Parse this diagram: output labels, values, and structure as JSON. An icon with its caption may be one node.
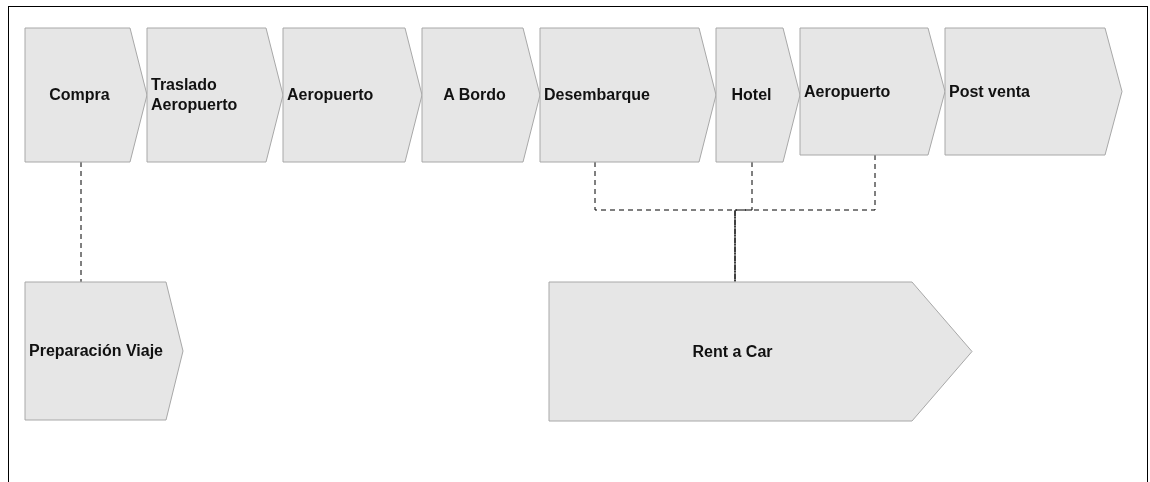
{
  "diagram": {
    "nodes": [
      {
        "text": [
          "Compra"
        ]
      },
      {
        "text": [
          "Traslado Aeropuerto"
        ]
      },
      {
        "text": [
          "Aeropuerto"
        ]
      },
      {
        "text": [
          "A Bordo"
        ]
      },
      {
        "text": [
          "Desembarque"
        ]
      },
      {
        "text": [
          "Hotel"
        ]
      },
      {
        "text": [
          "Aeropuerto"
        ]
      },
      {
        "text": [
          "Post venta"
        ]
      },
      {
        "text": [
          "Preparación Viaje"
        ]
      },
      {
        "text": [
          "Rent a Car"
        ]
      }
    ],
    "edges": [
      {
        "from": 0,
        "to": 8,
        "arrow": "none",
        "style": "dashed"
      },
      {
        "from": 4,
        "to": 9,
        "arrow": "none",
        "style": "dashed"
      },
      {
        "from": 5,
        "to": 9,
        "arrow": "none",
        "style": "dashed"
      },
      {
        "from": 6,
        "to": 9,
        "arrow": "none",
        "style": "dashed"
      }
    ]
  }
}
